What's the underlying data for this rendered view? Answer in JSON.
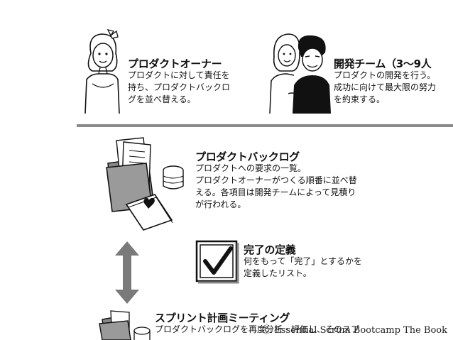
{
  "roles": {
    "product_owner": {
      "title": "プロダクトオーナー",
      "lines": [
        "プロダクトに対して責任を",
        "持ち、プロダクトバックロ",
        "グを並べ替える。"
      ]
    },
    "dev_team": {
      "title": "開発チーム（3〜9人",
      "lines": [
        "プロダクトの開発を行う。",
        "成功に向けて最大限の努力",
        "を約束する。"
      ]
    }
  },
  "artifacts": {
    "backlog": {
      "title": "プロダクトバックログ",
      "lines": [
        "プロダクトへの要求の一覧。",
        "プロダクトオーナーがつくる順番に並べ替",
        "える。各項目は開発チームによって見積り",
        "が行われる。"
      ]
    },
    "definition_of_done": {
      "title": "完了の定義",
      "lines": [
        "何をもって「完了」とするかを",
        "定義したリスト。"
      ]
    },
    "sprint_planning": {
      "title": "スプリント計画ミーティング",
      "lines": [
        "プロダクトバックログを再度分析・評価し、そのスプ"
      ]
    }
  },
  "watermark": "Ⓒ Essential Scrum Bootcamp The Book",
  "colors": {
    "divider": "#8a8a8a",
    "arrow": "#7a7a7a",
    "ink": "#111111"
  }
}
